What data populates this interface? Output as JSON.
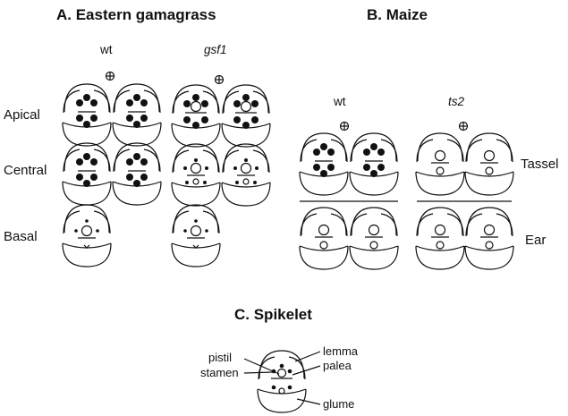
{
  "panels": {
    "a": {
      "title": "A. Eastern gamagrass",
      "col_wt": "wt",
      "col_mut": "gsf1",
      "rows": {
        "apical": "Apical",
        "central": "Central",
        "basal": "Basal"
      }
    },
    "b": {
      "title": "B. Maize",
      "col_wt": "wt",
      "col_mut": "ts2",
      "rows": {
        "tassel": "Tassel",
        "ear": "Ear"
      }
    },
    "c": {
      "title": "C. Spikelet",
      "labels": {
        "pistil": "pistil",
        "stamen": "stamen",
        "lemma": "lemma",
        "palea": "palea",
        "glume": "glume"
      }
    }
  }
}
